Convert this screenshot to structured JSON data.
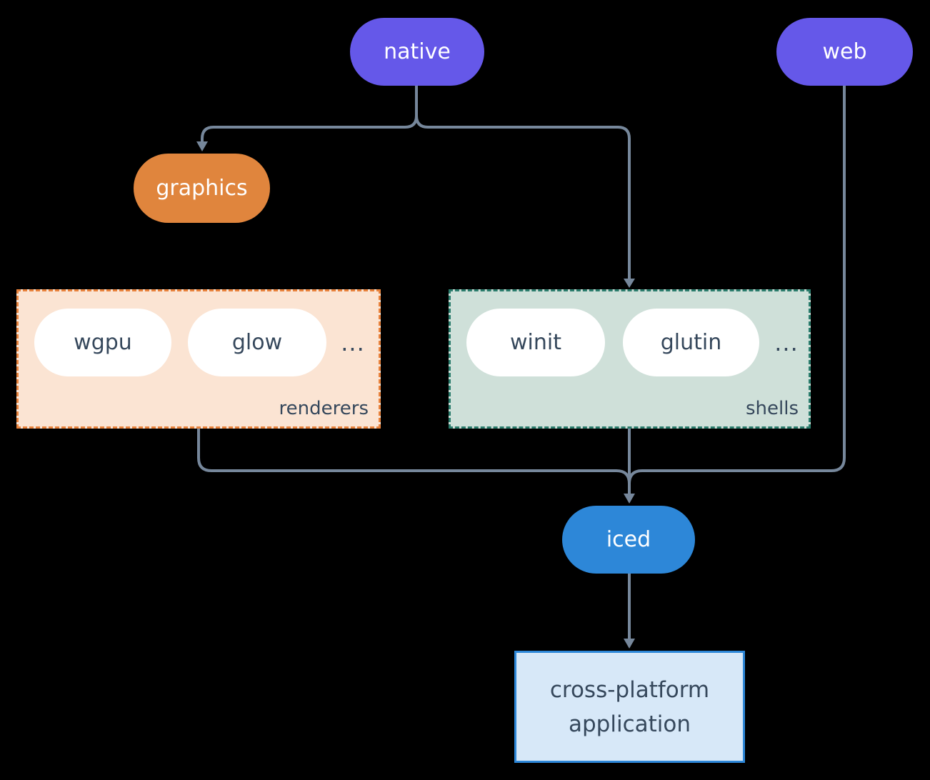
{
  "diagram": {
    "background_color": "#000000",
    "connector_color": "#76879b",
    "text_color": "#36485c",
    "nodes": {
      "native": {
        "label": "native",
        "color": "#6558e9"
      },
      "web": {
        "label": "web",
        "color": "#6558e9"
      },
      "graphics": {
        "label": "graphics",
        "color": "#e0853d"
      },
      "iced": {
        "label": "iced",
        "color": "#2d87d8"
      },
      "application": {
        "label_line1": "cross-platform",
        "label_line2": "application",
        "fill": "#d7e8f8",
        "border": "#2d87d8"
      }
    },
    "groups": {
      "renderers": {
        "label": "renderers",
        "fill": "#fbe4d3",
        "border": "#e8823c",
        "items": [
          "wgpu",
          "glow"
        ],
        "ellipsis": "..."
      },
      "shells": {
        "label": "shells",
        "fill": "#cfe0d9",
        "border": "#2b7c6c",
        "items": [
          "winit",
          "glutin"
        ],
        "ellipsis": "..."
      }
    }
  }
}
